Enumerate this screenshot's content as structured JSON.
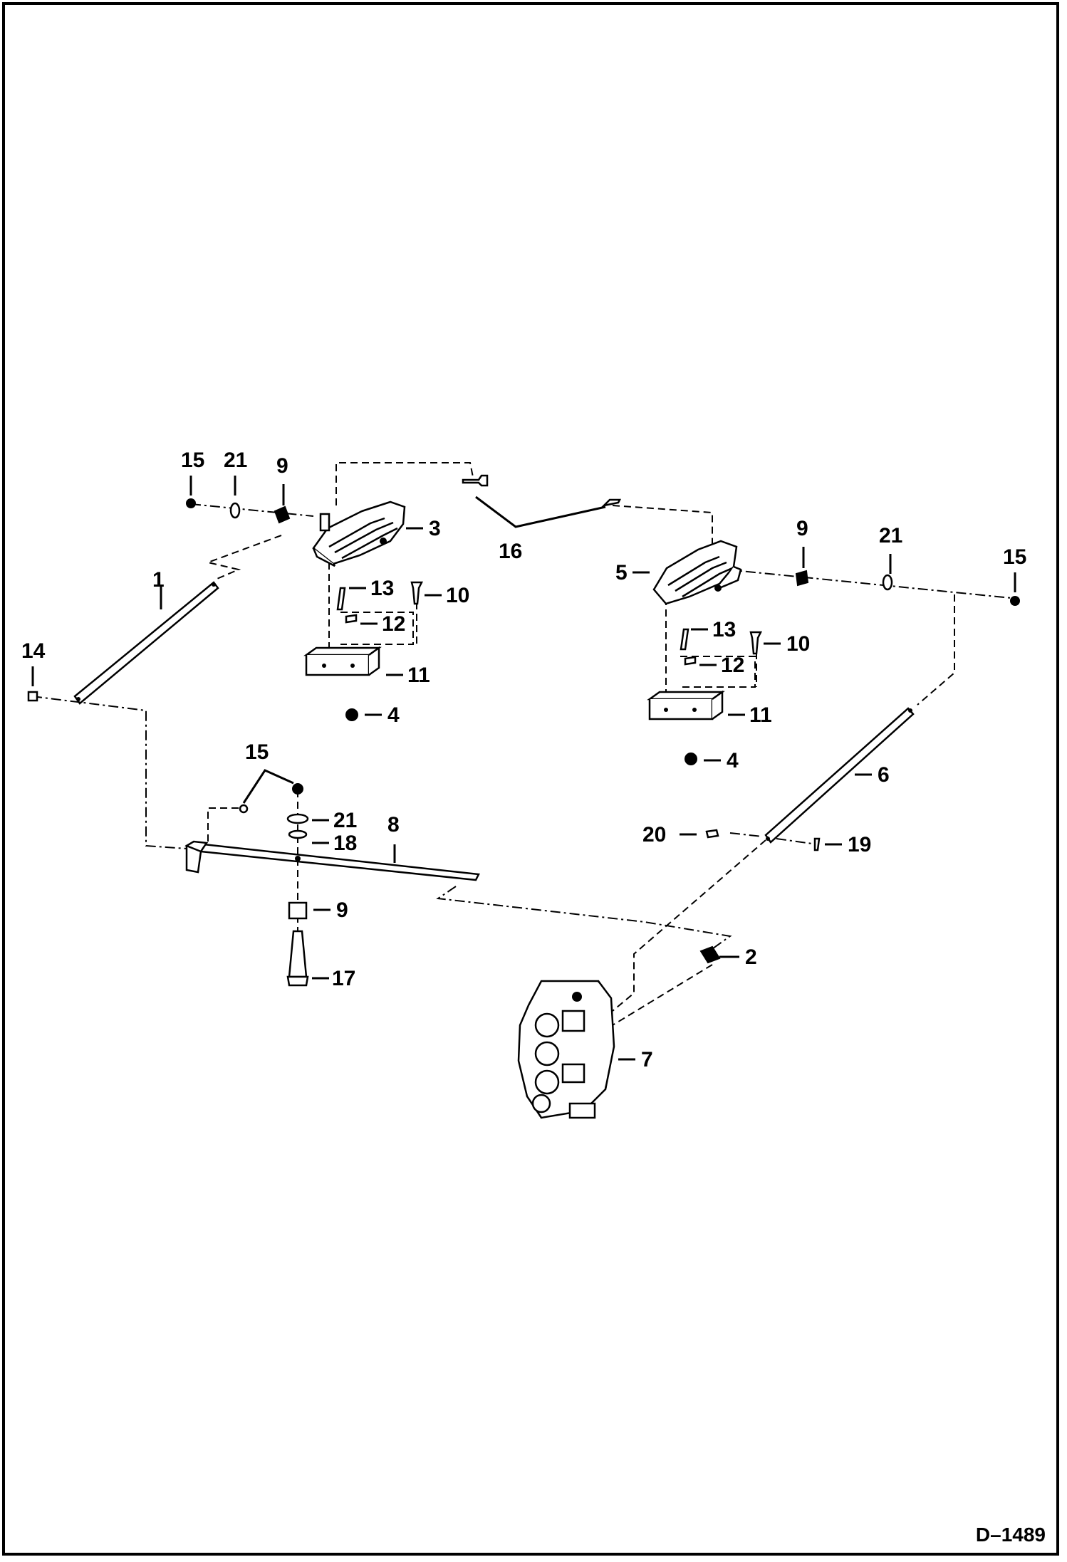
{
  "drawing_number": "D–1489",
  "callouts": {
    "c1": "1",
    "c2": "2",
    "c3": "3",
    "c4a": "4",
    "c4b": "4",
    "c5": "5",
    "c6": "6",
    "c7": "7",
    "c8": "8",
    "c9a": "9",
    "c9b": "9",
    "c9c": "9",
    "c10a": "10",
    "c10b": "10",
    "c11a": "11",
    "c11b": "11",
    "c12a": "12",
    "c12b": "12",
    "c13a": "13",
    "c13b": "13",
    "c14": "14",
    "c15a": "15",
    "c15b": "15",
    "c15c": "15",
    "c16": "16",
    "c17": "17",
    "c18": "18",
    "c19": "19",
    "c20": "20",
    "c21a": "21",
    "c21b": "21",
    "c21c": "21"
  }
}
